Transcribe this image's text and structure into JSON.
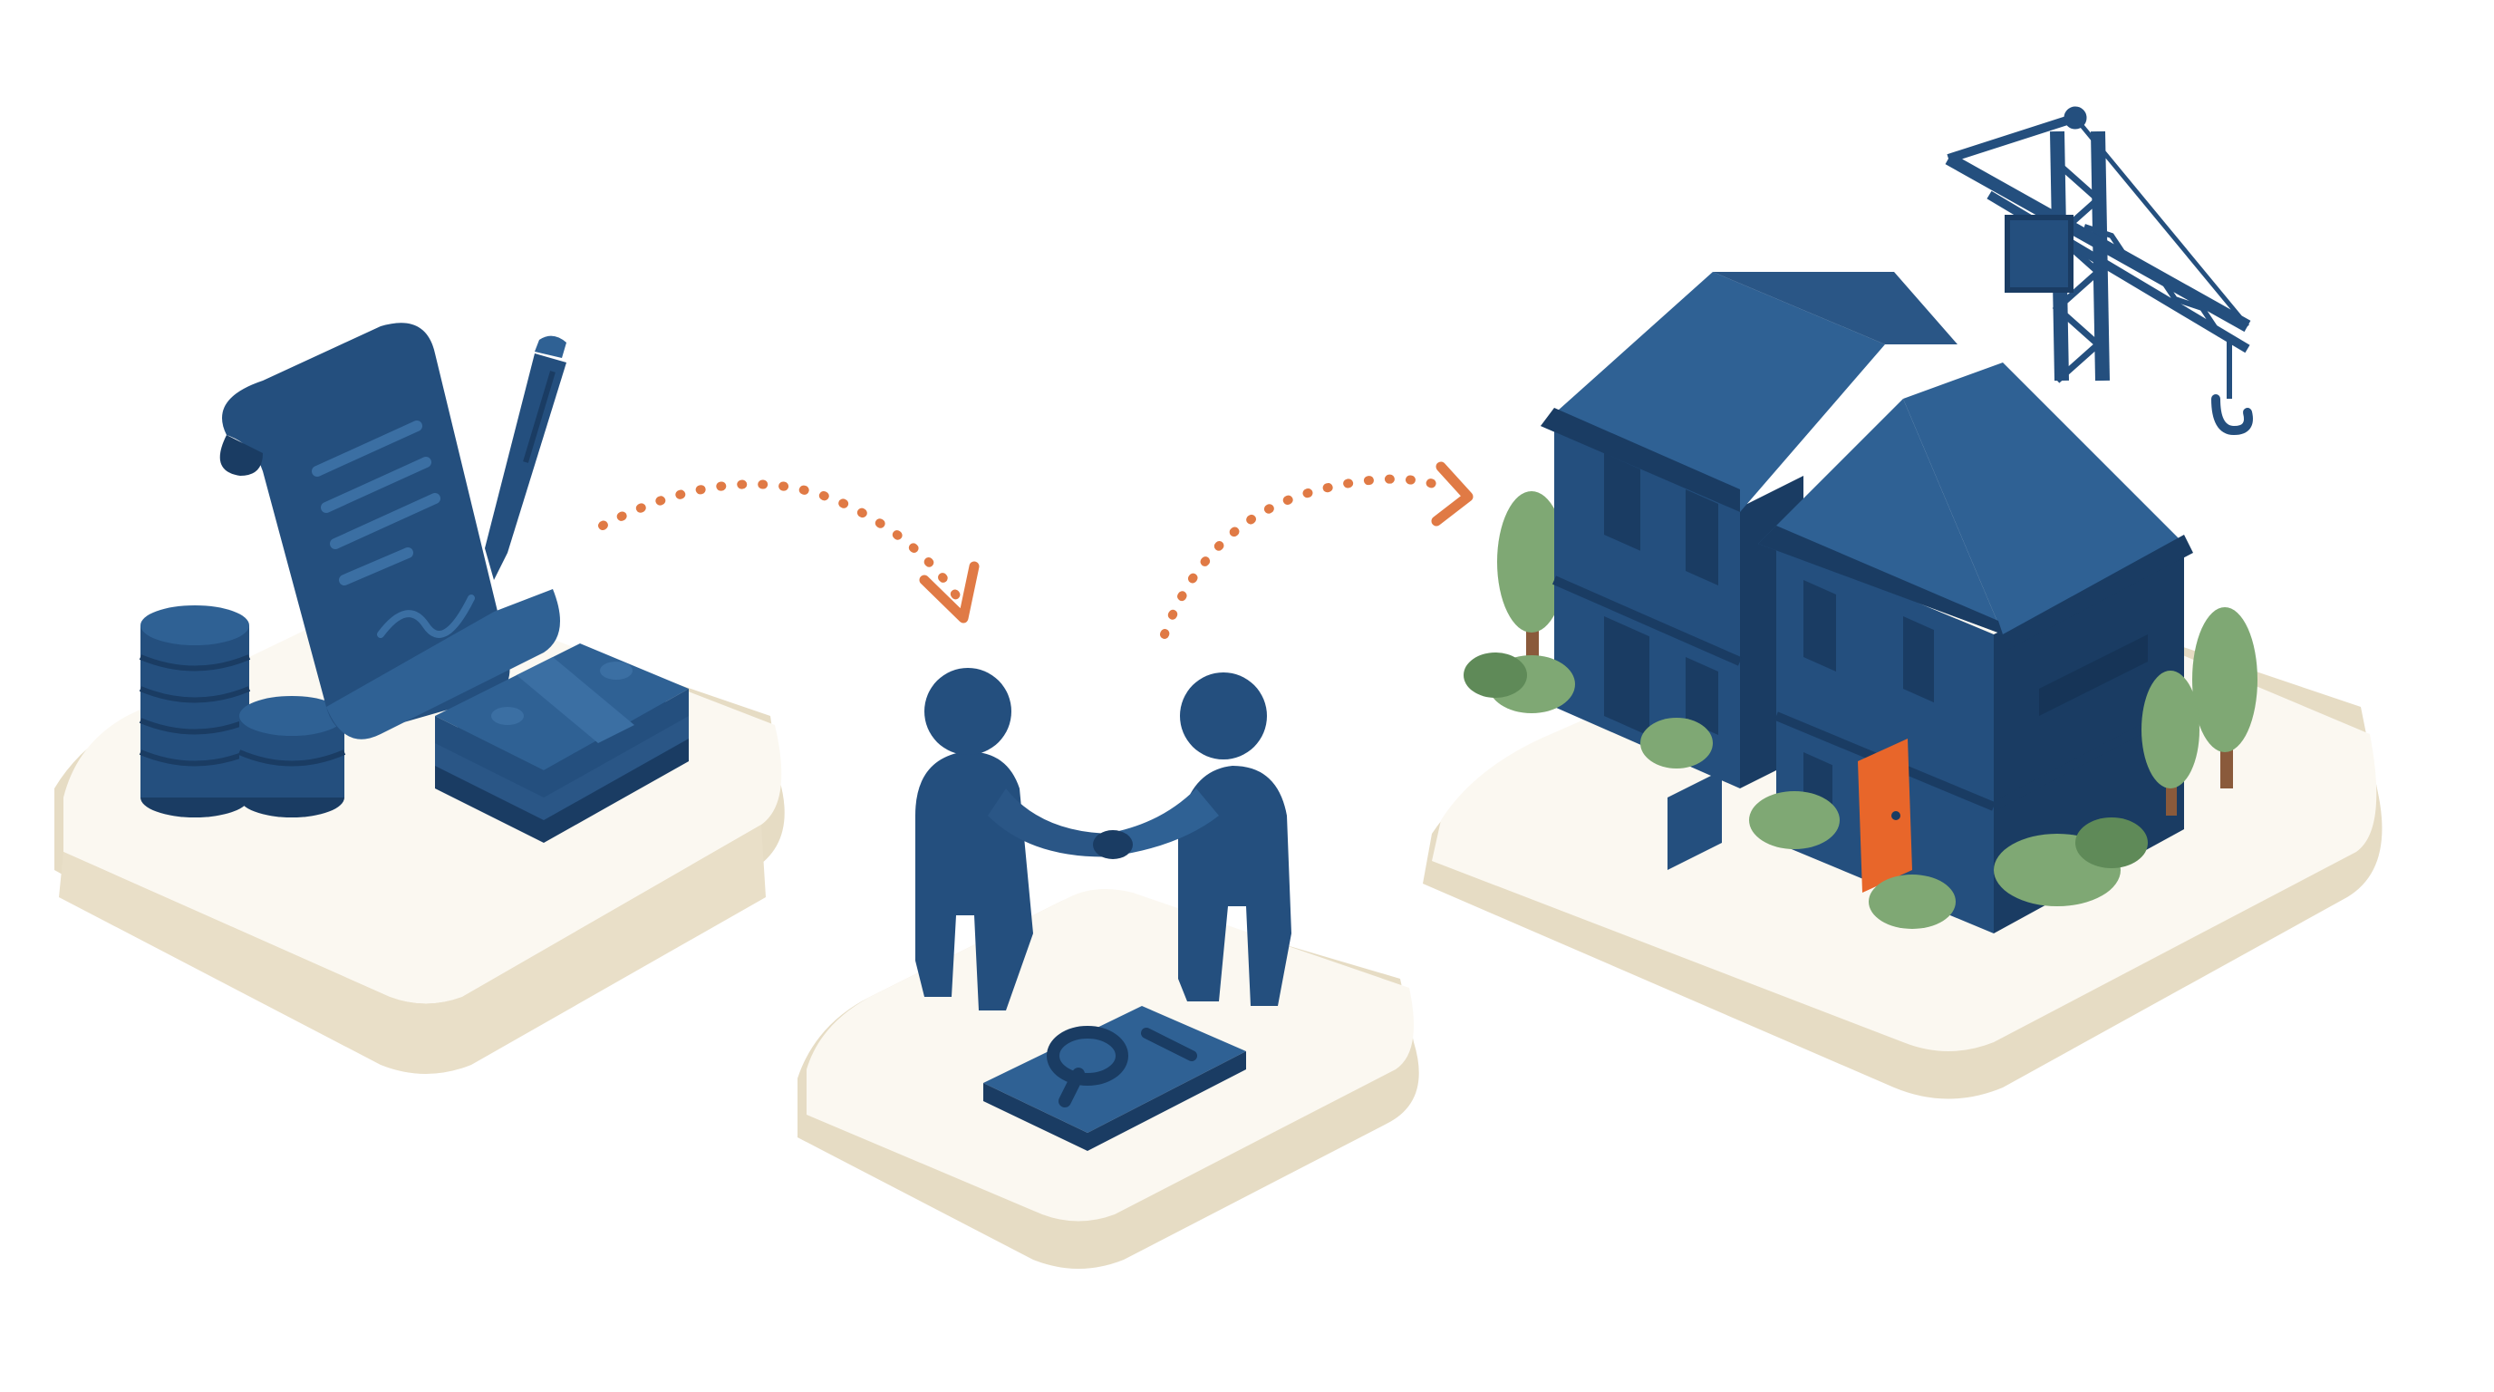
{
  "scene": {
    "steps": [
      {
        "id": "financing",
        "icons": [
          "contract-scroll-icon",
          "pen-icon",
          "coin-stack-icon",
          "banknote-bundle-icon"
        ]
      },
      {
        "id": "agreement",
        "icons": [
          "handshake-figures-icon",
          "search-document-icon"
        ]
      },
      {
        "id": "construction",
        "icons": [
          "house-icon",
          "construction-crane-icon",
          "tree-icon",
          "bush-icon"
        ]
      }
    ],
    "connectors": [
      {
        "from": "financing",
        "to": "agreement",
        "icon": "dotted-arrow-icon"
      },
      {
        "from": "agreement",
        "to": "construction",
        "icon": "dotted-arrow-icon"
      }
    ]
  },
  "colors": {
    "background": "#ffffff",
    "platform_top": "#fbf8f1",
    "platform_side": "#e6dcc4",
    "platform_shadow": "#d8cdb2",
    "clay_navy": "#244f7e",
    "clay_navy_dark": "#1a3c63",
    "clay_navy_light": "#2f6194",
    "arrow_orange": "#e07a45",
    "door_orange": "#e8662a",
    "foliage_green": "#7fa874",
    "foliage_dark": "#5f8a58",
    "trunk_brown": "#8a5a3b"
  }
}
